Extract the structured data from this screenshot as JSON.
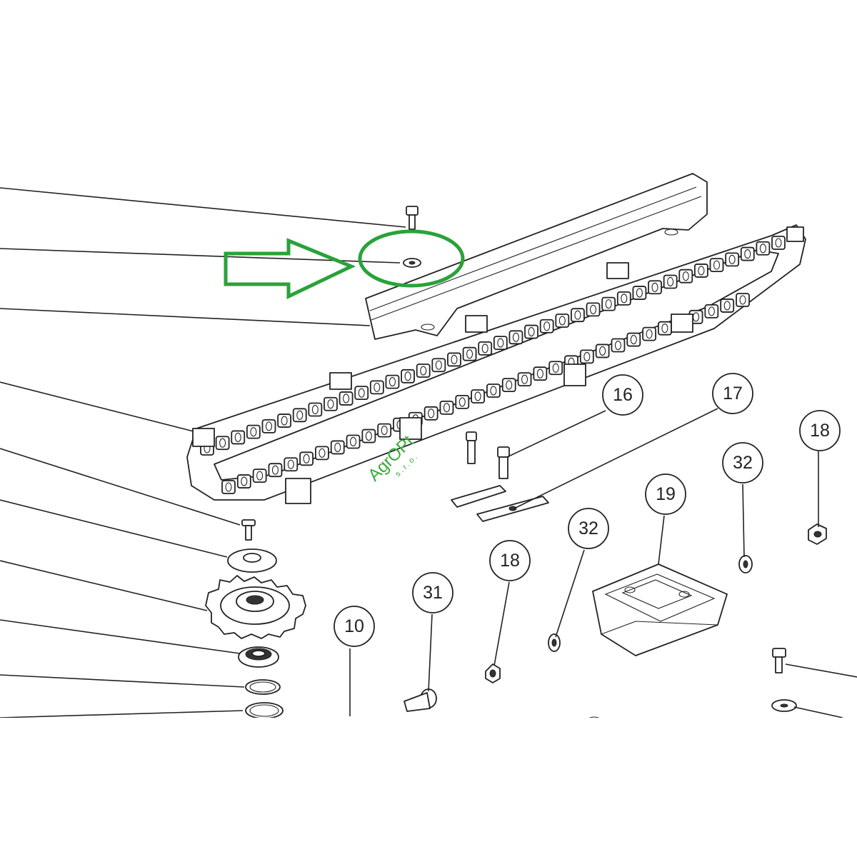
{
  "diagram": {
    "labels": [
      {
        "id": "16",
        "text": "16"
      },
      {
        "id": "17",
        "text": "17"
      },
      {
        "id": "18a",
        "text": "18"
      },
      {
        "id": "32a",
        "text": "32"
      },
      {
        "id": "19",
        "text": "19"
      },
      {
        "id": "32b",
        "text": "32"
      },
      {
        "id": "18b",
        "text": "18"
      },
      {
        "id": "31",
        "text": "31"
      },
      {
        "id": "10",
        "text": "10"
      }
    ],
    "watermark": {
      "text": "AgrOPt",
      "subtext": "s.r.o.",
      "color": "#3aaa3a"
    },
    "highlight": {
      "color": "#2aa23a",
      "arrow_icon": "arrow-right-icon",
      "circle_icon": "highlight-circle-icon"
    }
  }
}
